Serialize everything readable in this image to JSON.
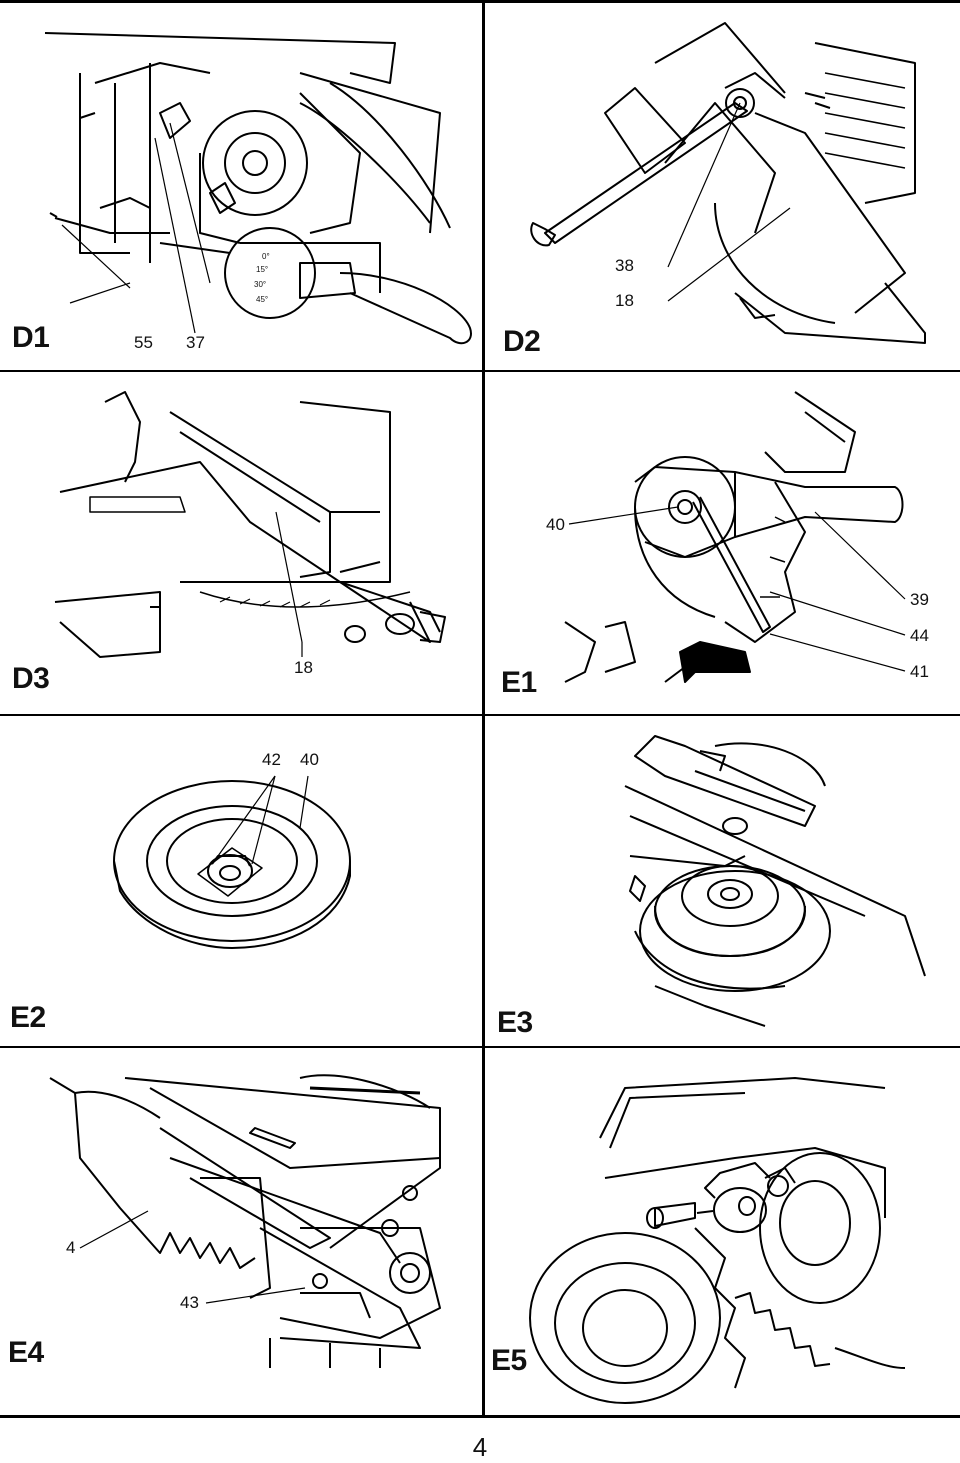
{
  "page_number": "4",
  "panels": [
    {
      "figure": "D1",
      "callouts": [
        "55",
        "37"
      ]
    },
    {
      "figure": "D2",
      "callouts": [
        "38",
        "18"
      ]
    },
    {
      "figure": "D3",
      "callouts": [
        "18"
      ]
    },
    {
      "figure": "E1",
      "callouts": [
        "40",
        "39",
        "44",
        "41"
      ]
    },
    {
      "figure": "E2",
      "callouts": [
        "42",
        "40"
      ]
    },
    {
      "figure": "E3",
      "callouts": []
    },
    {
      "figure": "E4",
      "callouts": [
        "4",
        "43"
      ]
    },
    {
      "figure": "E5",
      "callouts": []
    }
  ],
  "d1_scale": [
    "0°",
    "15°",
    "30°",
    "45°"
  ],
  "colors": {
    "ink": "#000000",
    "paper": "#ffffff"
  }
}
